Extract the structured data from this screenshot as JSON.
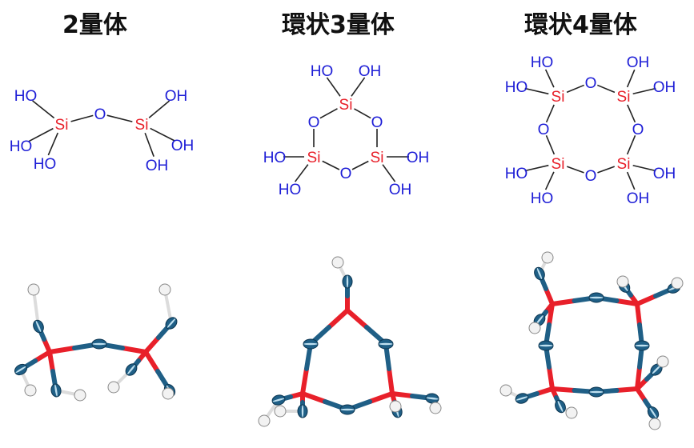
{
  "titles": [
    "2量体",
    "環状3量体",
    "環状4量体"
  ],
  "atoms": {
    "si": "Si",
    "o": "O",
    "ho": "HO",
    "oh": "OH"
  },
  "colors": {
    "si": "#e8202a",
    "o": "#1d1dd6",
    "bond_3d": "#e8202a",
    "o_3d": "#1f5f86",
    "h_3d": "#f2f2f2"
  }
}
